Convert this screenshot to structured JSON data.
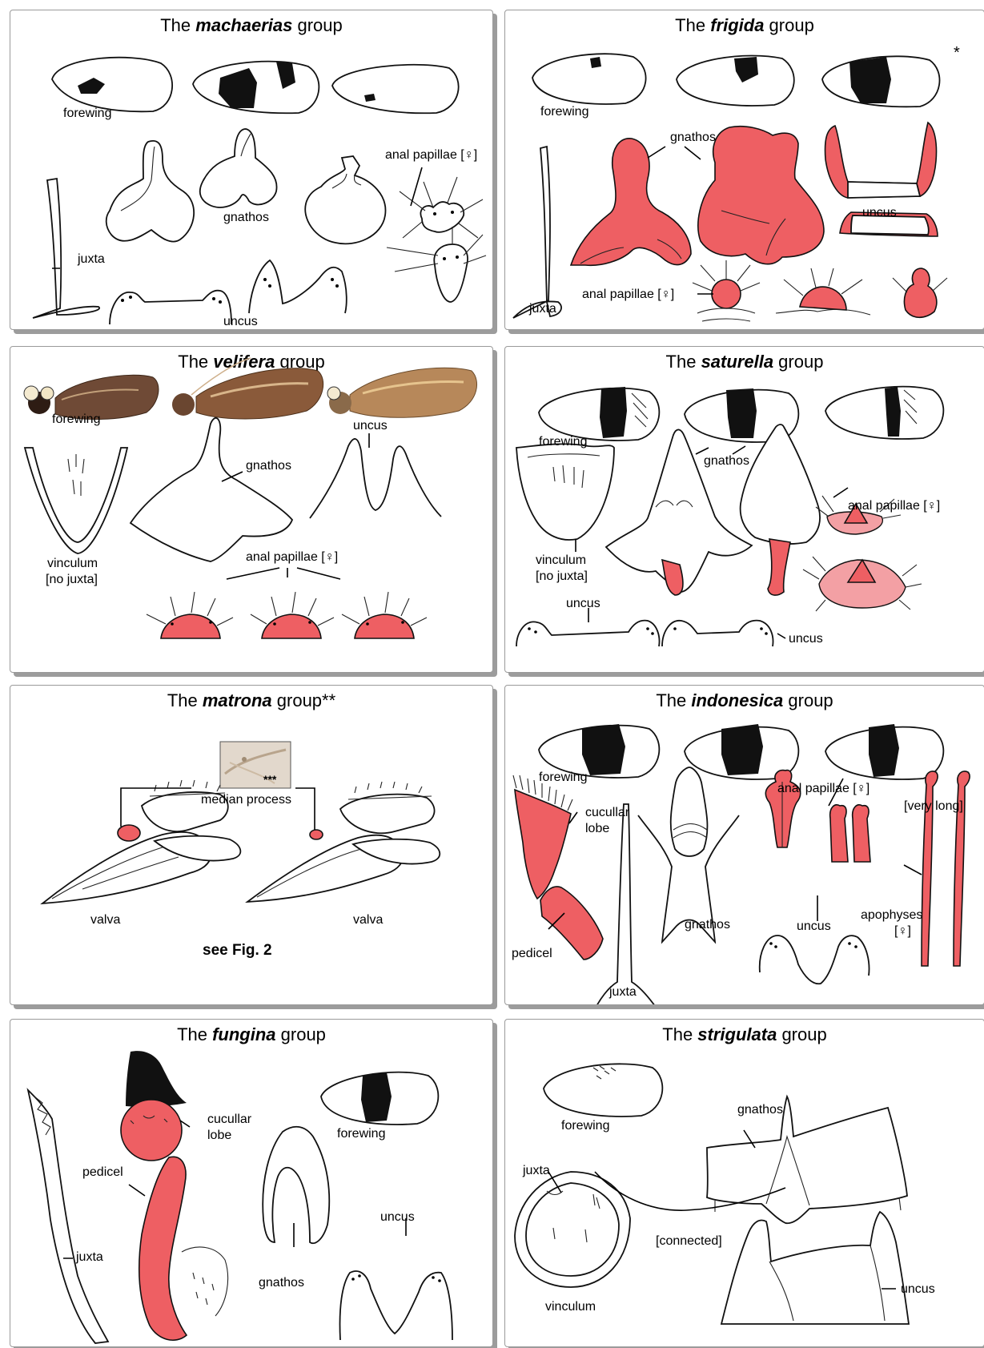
{
  "panels": {
    "machaerias": {
      "pre": "The ",
      "name": "machaerias",
      "post": " group",
      "labels": {
        "forewing": "forewing",
        "juxta": "juxta",
        "gnathos": "gnathos",
        "anal": "anal papillae [♀]",
        "uncus": "uncus"
      }
    },
    "frigida": {
      "pre": "The ",
      "name": "frigida",
      "post": " group",
      "star": "*",
      "labels": {
        "forewing": "forewing",
        "gnathos": "gnathos",
        "uncus": "uncus",
        "juxta": "juxta",
        "anal": "anal papillae [♀]"
      }
    },
    "velifera": {
      "pre": "The ",
      "name": "velifera",
      "post": " group",
      "labels": {
        "forewing": "forewing",
        "gnathos": "gnathos",
        "uncus": "uncus",
        "vinculum": "vinculum",
        "nojuxta": "[no juxta]",
        "anal": "anal papillae [♀]"
      }
    },
    "saturella": {
      "pre": "The ",
      "name": "saturella",
      "post": " group",
      "labels": {
        "forewing": "forewing",
        "gnathos": "gnathos",
        "anal": "anal papillae [♀]",
        "vinculum": "vinculum",
        "nojuxta": "[no juxta]",
        "uncus1": "uncus",
        "uncus2": "uncus"
      }
    },
    "matrona": {
      "pre": "The ",
      "name": "matrona",
      "post": " group**",
      "stars": "***",
      "labels": {
        "median": "median process",
        "valva1": "valva",
        "valva2": "valva",
        "seefig": "see Fig. 2"
      }
    },
    "indonesica": {
      "pre": "The ",
      "name": "indonesica",
      "post": " group",
      "labels": {
        "forewing": "forewing",
        "anal": "anal papillae [♀]",
        "verylong": "[very long]",
        "cucullar1": "cucullar",
        "cucullar2": "lobe",
        "gnathos": "gnathos",
        "uncus": "uncus",
        "apophyses1": "apophyses",
        "apophyses2": "[♀]",
        "pedicel": "pedicel",
        "juxta": "juxta"
      }
    },
    "fungina": {
      "pre": "The ",
      "name": "fungina",
      "post": " group",
      "labels": {
        "cucullar1": "cucullar",
        "cucullar2": "lobe",
        "forewing": "forewing",
        "pedicel": "pedicel",
        "juxta": "juxta",
        "gnathos": "gnathos",
        "uncus": "uncus"
      }
    },
    "strigulata": {
      "pre": "The ",
      "name": "strigulata",
      "post": " group",
      "labels": {
        "forewing": "forewing",
        "gnathos": "gnathos",
        "juxta": "juxta",
        "connected": "[connected]",
        "uncus": "uncus",
        "vinculum": "vinculum"
      }
    }
  }
}
